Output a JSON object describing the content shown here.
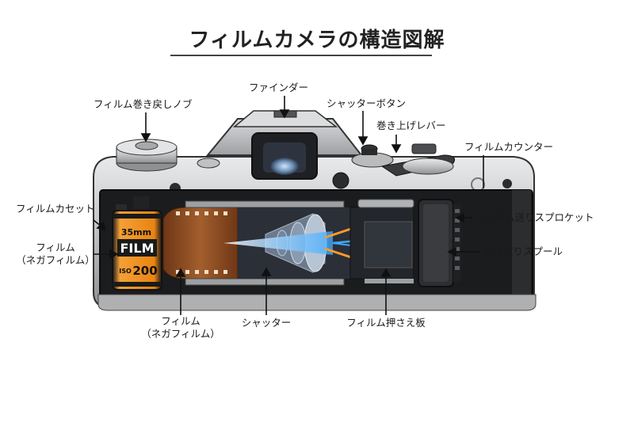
{
  "title": "フィルムカメラの構造図解",
  "labels": {
    "rewind_knob": "フィルム巻き戻しノブ",
    "viewfinder": "ファインダー",
    "shutter_button": "シャッターボタン",
    "advance_lever": "巻き上げレバー",
    "film_counter": "フィルムカウンター",
    "film_cassette": "フィルムカセット",
    "film_left_line1": "フィルム",
    "film_left_line2": "（ネガフィルム）",
    "sprocket": "フィルム送りスプロケット",
    "takeup_spool": "巻き取りスプール",
    "film_bottom_line1": "フィルム",
    "film_bottom_line2": "（ネガフィルム）",
    "shutter": "シャッター",
    "pressure_plate": "フィルム押さえ板"
  },
  "cartridge": {
    "size": "35mm",
    "brand": "FILM",
    "iso_prefix": "ISO",
    "iso_value": "200"
  },
  "colors": {
    "body_silver": "#c9cbcd",
    "body_dark": "#2a2b2d",
    "leather": "#1c1c1e",
    "film_brown": "#8a4b24",
    "cartridge_orange": "#f08a1c",
    "light_blue": "#3fa9ff",
    "light_orange": "#ff9b2a"
  }
}
